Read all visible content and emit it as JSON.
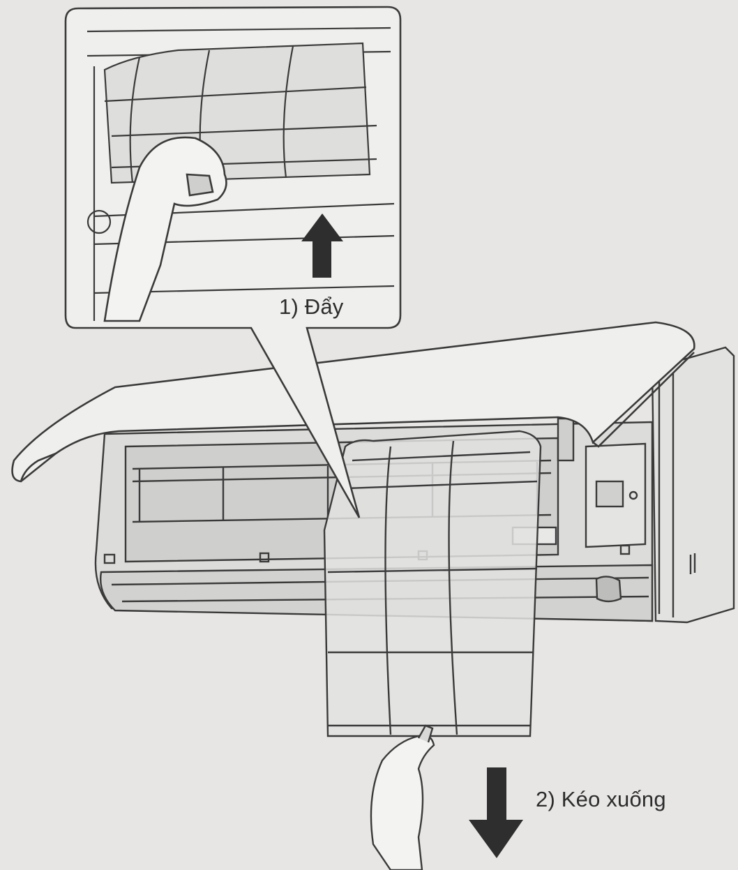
{
  "steps": [
    {
      "label": "1) Đẩy",
      "direction": "up"
    },
    {
      "label": "2) Kéo xuống",
      "direction": "down"
    }
  ],
  "colors": {
    "background": "#e7e6e4",
    "line": "#3a3a3a",
    "panel": "#efefed",
    "interior": "#d8d8d6",
    "arrow": "#2e2e2e"
  },
  "icons": [
    "push-up-arrow-icon",
    "pull-down-arrow-icon",
    "hand-icon"
  ]
}
